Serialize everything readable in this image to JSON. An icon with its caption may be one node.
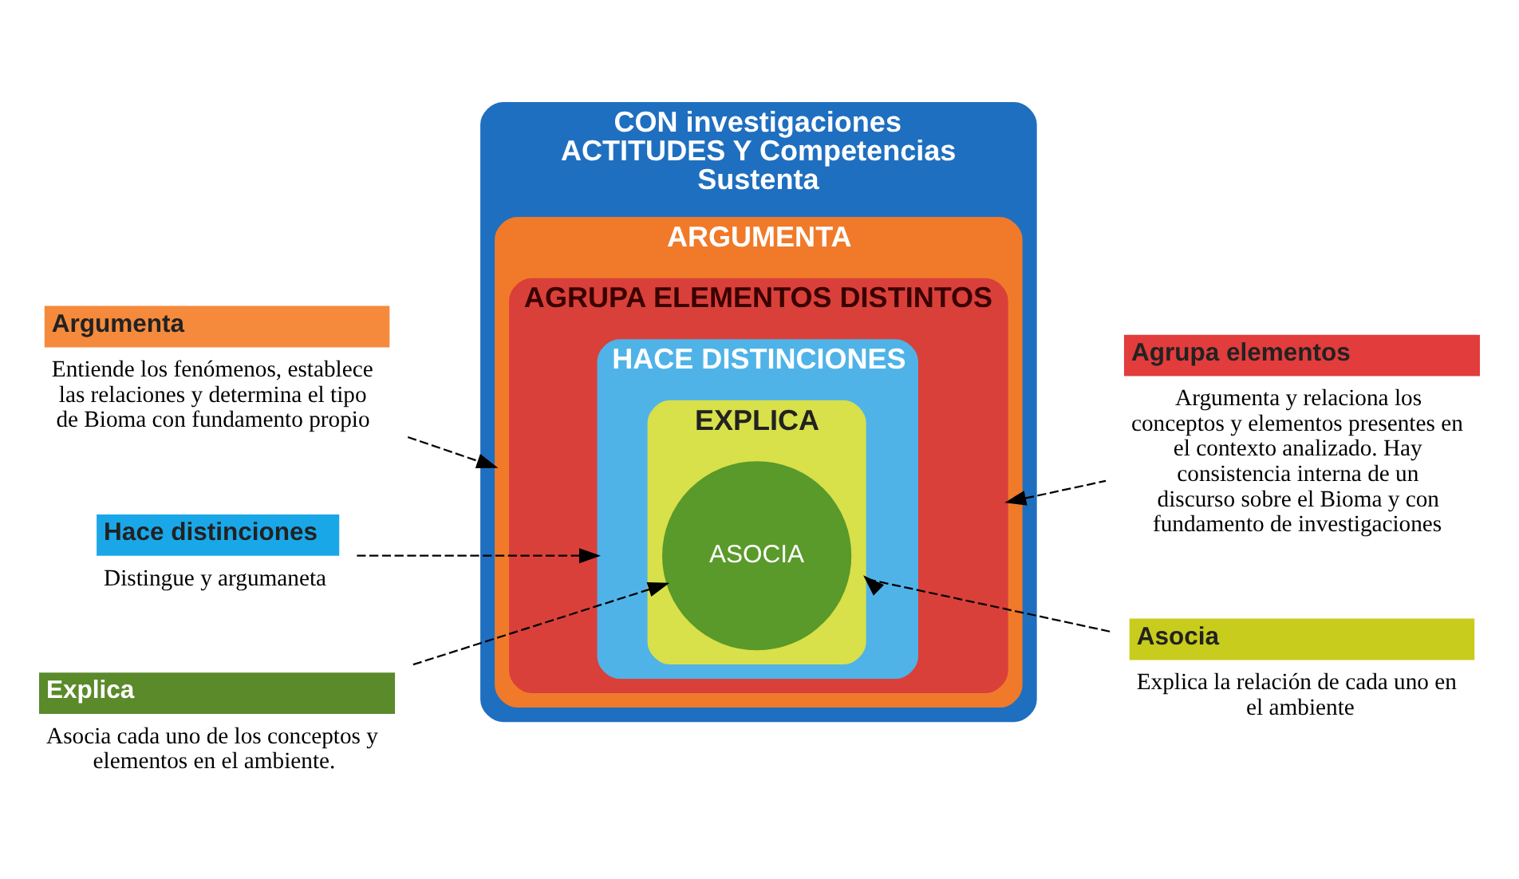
{
  "diagram": {
    "nodes": [
      {
        "text": [
          "CON investigaciones",
          "ACTITUDES Y Competencias",
          "Sustenta"
        ]
      },
      {
        "text": [
          "ARGUMENTA"
        ],
        "in": 0
      },
      {
        "text": [
          "AGRUPA ELEMENTOS DISTINTOS"
        ],
        "in": 1
      },
      {
        "text": [
          "HACE DISTINCIONES"
        ],
        "in": 2
      },
      {
        "text": [
          "EXPLICA"
        ],
        "in": 3
      },
      {
        "text": [
          "ASOCIA"
        ],
        "in": 4
      },
      {
        "text": [
          "Argumenta",
          "Entiende los fenómenos, establece las relaciones y determina el tipo de Bioma con fundamento propio"
        ]
      },
      {
        "text": [
          "Hace distinciones",
          "Distingue y argumaneta"
        ]
      },
      {
        "text": [
          "Explica",
          "Asocia cada uno de los conceptos y elementos en el ambiente."
        ]
      },
      {
        "text": [
          "Agrupa elementos",
          "Argumenta y relaciona los conceptos y elementos presentes en el contexto analizado. Hay consistencia interna de un discurso sobre el Bioma y con fundamento de investigaciones"
        ]
      },
      {
        "text": [
          "Asocia",
          "Explica la relación de cada uno en el ambiente"
        ]
      }
    ],
    "edges": [
      {
        "from": 6,
        "to": 1,
        "arrow": "to",
        "style": "dashed"
      },
      {
        "from": 9,
        "to": 2,
        "arrow": "to",
        "style": "dashed"
      },
      {
        "from": 7,
        "to": 3,
        "arrow": "to",
        "style": "dashed"
      },
      {
        "from": 10,
        "to": 4,
        "arrow": "to",
        "style": "dashed"
      },
      {
        "from": 8,
        "to": 5,
        "arrow": "to",
        "style": "dashed"
      }
    ]
  }
}
